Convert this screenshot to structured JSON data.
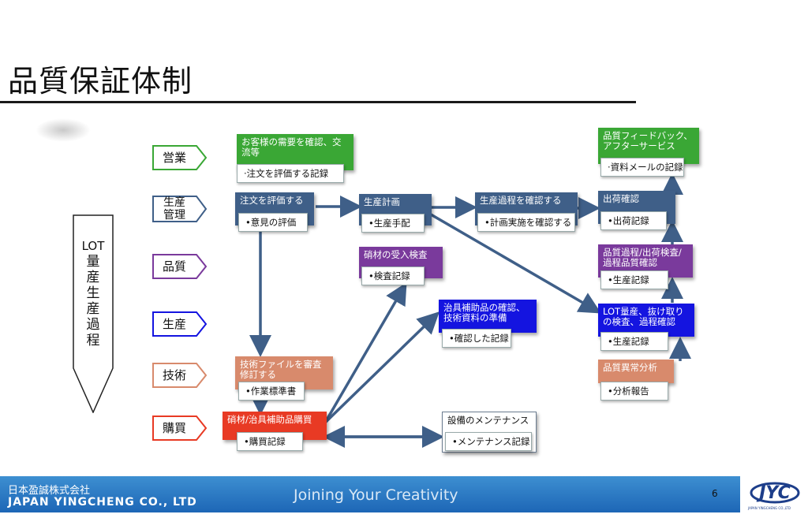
{
  "title": "品質保証体制",
  "left_label": {
    "first": "LOT",
    "rest": [
      "量",
      "産",
      "生",
      "産",
      "過",
      "程"
    ]
  },
  "row_labels": [
    {
      "text": "営業",
      "color": "#3aa735"
    },
    {
      "text": "生産\n管理",
      "color": "#3f5f88"
    },
    {
      "text": "品質",
      "color": "#7a3a9c"
    },
    {
      "text": "生産",
      "color": "#1414e0"
    },
    {
      "text": "技術",
      "color": "#d88a6c"
    },
    {
      "text": "購買",
      "color": "#e83a24"
    }
  ],
  "boxes": {
    "sales": {
      "title": "お客様の需要を確認、交流等",
      "sub": "·注文を評価する記録"
    },
    "order_eval": {
      "title": "注文を評価する",
      "sub": "•意見の評価"
    },
    "plan": {
      "title": "生産計画",
      "sub": "•生産手配"
    },
    "process_check": {
      "title": "生産過程を確認する",
      "sub": "•計画実施を確認する"
    },
    "shipping": {
      "title": "出荷確認",
      "sub": "•出荷記録"
    },
    "feedback": {
      "title": "品質フィードバック、アフターサービス",
      "sub": "·資料メールの記録"
    },
    "incoming": {
      "title": "硝材の受入検査",
      "sub": "•検査記録"
    },
    "quality_process": {
      "title": "品質過程/出荷検査/過程品質確認",
      "sub": "•生産記録"
    },
    "jig": {
      "title": "治具補助品の確認、技術資料の準備",
      "sub": "•確認した記録"
    },
    "lot": {
      "title": "LOT量産、抜け取りの検査、過程確認",
      "sub": "•生産記録"
    },
    "tech_file": {
      "title": "技術ファイルを審査修訂する",
      "sub": "•作業標準書"
    },
    "anomaly": {
      "title": "品質異常分析",
      "sub": "•分析報告"
    },
    "purchase": {
      "title": "硝材/治具補助品購買",
      "sub": "•購買記録"
    },
    "maintenance": {
      "title": "設備のメンテナンス",
      "sub": "•メンテナンス記録"
    }
  },
  "footer": {
    "company_jp": "日本盈誠株式会社",
    "company_en": "JAPAN YINGCHENG CO., LTD",
    "tagline": "Joining Your Creativity",
    "page_number": "6",
    "logo_text": "JYC",
    "logo_sub": "JAPAN YINGCHENG CO.,LTD"
  }
}
